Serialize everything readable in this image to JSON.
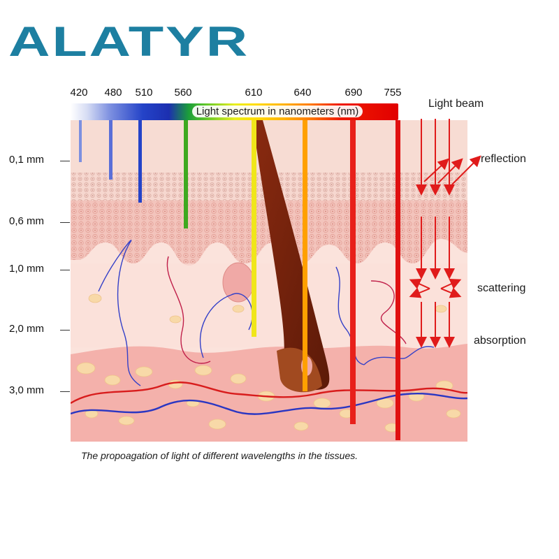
{
  "logo": {
    "text": "ALATYR",
    "color": "#1d7fa1"
  },
  "spectrum": {
    "title": "Light spectrum in nanometers (nm)",
    "wavelengths": [
      "420",
      "480",
      "510",
      "560",
      "610",
      "640",
      "690",
      "755"
    ]
  },
  "depth_scale": [
    "0,1 mm",
    "0,6 mm",
    "1,0 mm",
    "2,0 mm",
    "3,0 mm"
  ],
  "legend": {
    "light_beam": "Light beam",
    "reflection": "reflection",
    "scattering": "scattering",
    "absorption": "absorption"
  },
  "caption": "The propoagation of light of different wavelengths in the tissues.",
  "colors": {
    "skin_pink": "#f5cfc9",
    "dermis": "#fbe3dc",
    "fat": "#f5b6b0",
    "beam_red": "#e01b1b"
  }
}
